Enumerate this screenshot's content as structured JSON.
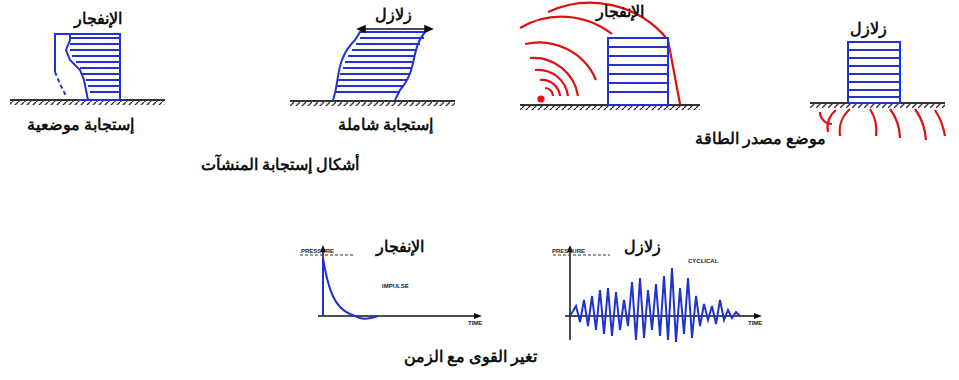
{
  "diagram": {
    "caption": "تغير القوى مع الزمن",
    "labels": [
      "الإنفجار",
      "زلازل",
      "الإنفجار",
      "زلازل",
      "إستجابة موضعية",
      "إستجابة شاملة",
      "موضع مصدر الطاقة",
      "أشكال إستجابة المنشآت",
      "PRESSURE",
      "الإنفجار",
      "IMPULSE",
      "TIME",
      "PRESSURE",
      "زلازل",
      "CYCLICAL",
      "TIME"
    ]
  }
}
